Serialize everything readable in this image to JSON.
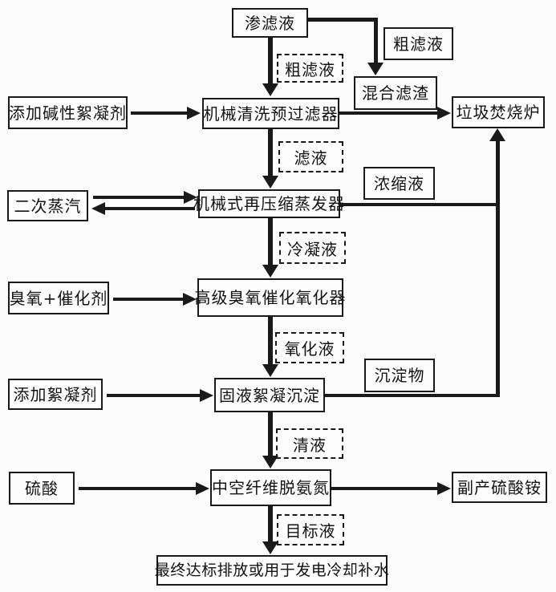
{
  "diagram": {
    "description": "leachate-treatment-process-flowchart",
    "colors": {
      "line": "#1a1a1a",
      "border": "#1a1a1a",
      "background": "#fcfcfc",
      "text": "#121212"
    },
    "nodes": {
      "leachate": {
        "label": "渗滤液"
      },
      "coarse_filtrate_out": {
        "label": "粗滤液"
      },
      "mixed_residue": {
        "label": "混合滤渣"
      },
      "incinerator": {
        "label": "垃圾焚烧炉"
      },
      "add_alkaline_flocculant": {
        "label": "添加碱性絮凝剂"
      },
      "prefilter": {
        "label": "机械清洗预过滤器"
      },
      "secondary_steam": {
        "label": "二次蒸汽"
      },
      "mvr_evaporator": {
        "label": "机械式再压缩蒸发器"
      },
      "concentrate": {
        "label": "浓缩液"
      },
      "ozone_catalyst": {
        "label": "臭氧+催化剂"
      },
      "ozone_oxidizer": {
        "label": "高级臭氧催化氧化器"
      },
      "add_flocculant": {
        "label": "添加絮凝剂"
      },
      "flocculation_sedimentation": {
        "label": "固液絮凝沉淀"
      },
      "sediment": {
        "label": "沉淀物"
      },
      "sulfuric_acid": {
        "label": "硫酸"
      },
      "hollow_fiber_deammonia": {
        "label": "中空纤维脱氨氮"
      },
      "ammonium_sulfate_byproduct": {
        "label": "副产硫酸铵"
      },
      "final_discharge": {
        "label": "最终达标排放或用于发电冷却补水"
      }
    },
    "stream_labels": {
      "coarse_filtrate": {
        "label": "粗滤液"
      },
      "filtrate": {
        "label": "滤液"
      },
      "condensate": {
        "label": "冷凝液"
      },
      "oxidized_liquid": {
        "label": "氧化液"
      },
      "clear_liquid": {
        "label": "清液"
      },
      "target_liquid": {
        "label": "目标液"
      }
    }
  }
}
